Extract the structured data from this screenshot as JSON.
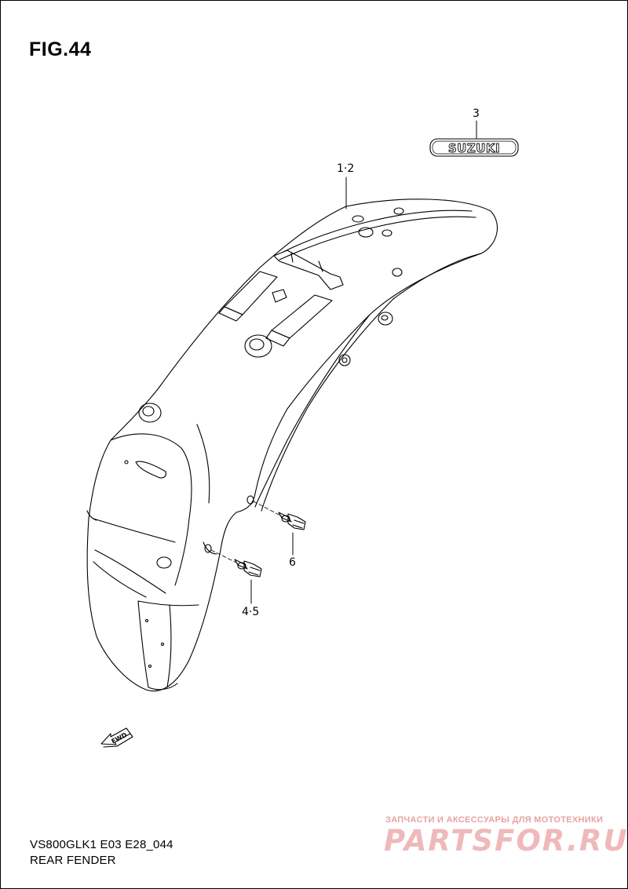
{
  "figure": {
    "title": "FIG.44"
  },
  "callouts": {
    "fender": "1·2",
    "emblem": "3",
    "bolt_lower": "4·5",
    "bolt_upper": "6"
  },
  "emblem": {
    "text": "SUZUKI"
  },
  "direction_marker": {
    "text": "FWD"
  },
  "footer": {
    "model_code": "VS800GLK1 E03 E28_044",
    "part_name": "REAR FENDER"
  },
  "watermark": {
    "tagline": "ЗАПЧАСТИ И АКСЕССУАРЫ ДЛЯ МОТОТЕХНИКИ",
    "site": "PARTSFOR.RU"
  },
  "icons": [
    "rear-fender-drawing",
    "suzuki-emblem-icon",
    "bolt-icon",
    "fwd-arrow-icon"
  ]
}
